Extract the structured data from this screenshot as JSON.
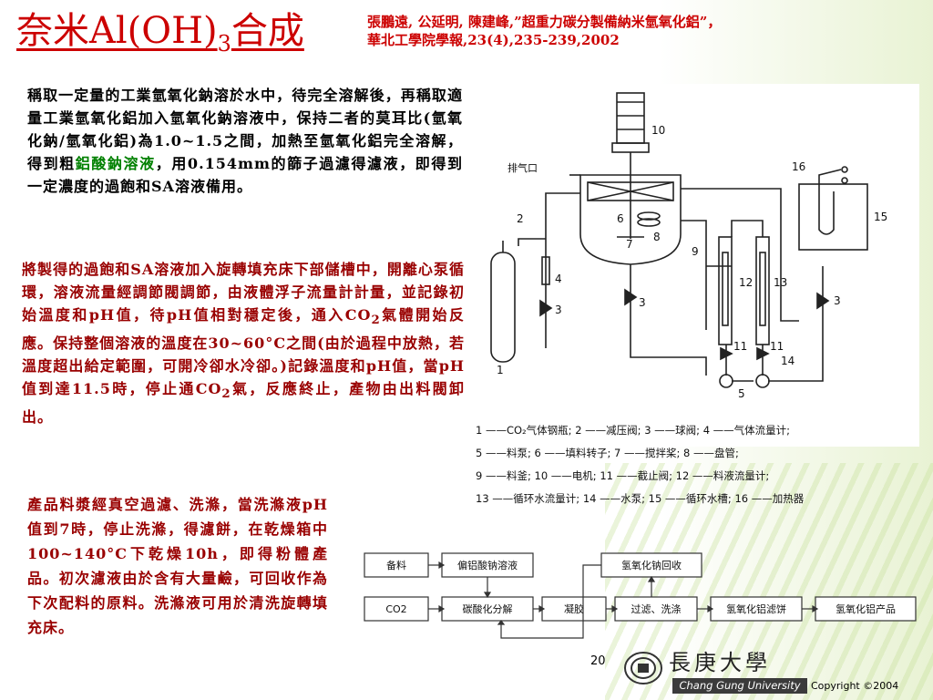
{
  "title": {
    "main": "奈米Al(OH)",
    "sub": "3",
    "suffix": "合成"
  },
  "reference": {
    "line1": "張鵬遠, 公延明, 陳建峰,”超重力碳分製備納米氫氧化鋁”，",
    "line2": "華北工學院學報,23(4),235-239,2002"
  },
  "paragraph1": {
    "text_a": "稱取一定量的工業氫氧化鈉溶於水中，待完全溶解後，再稱取適量工業氫氧化鋁加入氫氧化鈉溶液中，保持二者的莫耳比(氫氧化鈉/氫氧化鋁)為1.0~1.5之間，加熱至氫氧化鋁完全溶解，得到粗",
    "text_green": "鋁酸鈉溶液",
    "text_b": "，用0.154mm的篩子過濾得濾液，即得到一定濃度的過飽和SA溶液備用。"
  },
  "paragraph2": {
    "text_a": "將製得的過飽和SA溶液加入旋轉填充床下部儲槽中，開離心泵循環，溶液流量經調節閥調節，由液體浮子流量計計量，並記錄初始溫度和pH值，待pH值相對穩定後，通入CO",
    "sub1": "2",
    "text_b": "氣體開始反應。保持整個溶液的溫度在30~60°C之間(由於過程中放熱，若溫度超出給定範圍，可開冷卻水冷卻。)記錄溫度和pH值，當pH值到達11.5時，停止通CO",
    "sub2": "2",
    "text_c": "氣，反應終止，產物由出料閥卸出。"
  },
  "paragraph3": "產品料漿經真空過濾、洗滌，當洗滌液pH值到7時，停止洗滌，得濾餅，在乾燥箱中100~140°C下乾燥10h，即得粉體產品。初次濾液由於含有大量鹼，可回收作為下次配料的原料。洗滌液可用於清洗旋轉填充床。",
  "figure": {
    "vent_label": "排气口",
    "numbers": [
      "1",
      "2",
      "3",
      "4",
      "5",
      "6",
      "7",
      "8",
      "9",
      "10",
      "11",
      "12",
      "13",
      "14",
      "15",
      "16"
    ]
  },
  "legend": {
    "row1": "1 ——CO₂气体钢瓶;  2 ——减压阀;  3 ——球阀;  4 ——气体流量计;",
    "row2": "5 ——料泵;  6 ——填料转子;  7 ——搅拌桨;  8 ——盘管;",
    "row3": "9 ——料釜;  10 ——电机;  11 ——截止阀;  12 ——料液流量计;",
    "row4": "13 ——循环水流量计;  14 ——水泵;  15 ——循环水槽;  16 ——加热器"
  },
  "flowchart": {
    "box_beiliao": "备料",
    "box_pianlv": "偏铝酸钠溶液",
    "box_huishou": "氢氧化钠回收",
    "box_co2": "CO2",
    "box_tansuan": "碳酸化分解",
    "box_ningjiao": "凝胶",
    "box_guolv": "过滤、洗涤",
    "box_lvbing": "氢氧化铝滤饼",
    "box_chanpin": "氢氧化铝产品"
  },
  "footer": {
    "page_number": "20",
    "university_cn": "長庚大學",
    "university_en": "Chang Gung University",
    "copyright": "Copyright ©2004"
  },
  "colors": {
    "title": "#cc0000",
    "body_red": "#990000",
    "green": "#008000"
  }
}
